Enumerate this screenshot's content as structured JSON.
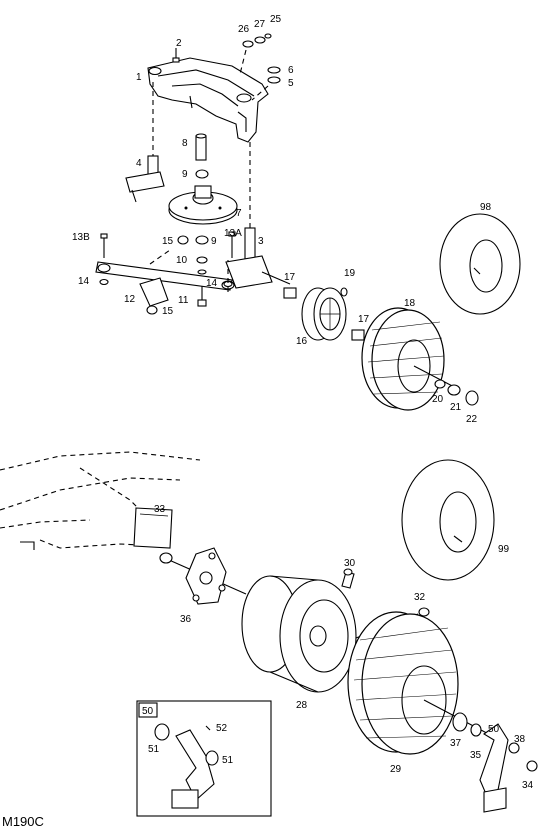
{
  "diagram": {
    "reference_code": "M190C",
    "inset_label": "50",
    "callouts": [
      {
        "id": "c1",
        "text": "1"
      },
      {
        "id": "c2",
        "text": "2"
      },
      {
        "id": "c3",
        "text": "3"
      },
      {
        "id": "c4",
        "text": "4"
      },
      {
        "id": "c5",
        "text": "5"
      },
      {
        "id": "c6",
        "text": "6"
      },
      {
        "id": "c7",
        "text": "7"
      },
      {
        "id": "c8",
        "text": "8"
      },
      {
        "id": "c9a",
        "text": "9"
      },
      {
        "id": "c9b",
        "text": "9"
      },
      {
        "id": "c10",
        "text": "10"
      },
      {
        "id": "c11",
        "text": "11"
      },
      {
        "id": "c12",
        "text": "12"
      },
      {
        "id": "c13a",
        "text": "13A"
      },
      {
        "id": "c13b",
        "text": "13B"
      },
      {
        "id": "c14a",
        "text": "14"
      },
      {
        "id": "c14b",
        "text": "14"
      },
      {
        "id": "c15a",
        "text": "15"
      },
      {
        "id": "c15b",
        "text": "15"
      },
      {
        "id": "c16",
        "text": "16"
      },
      {
        "id": "c17a",
        "text": "17"
      },
      {
        "id": "c17b",
        "text": "17"
      },
      {
        "id": "c18",
        "text": "18"
      },
      {
        "id": "c19",
        "text": "19"
      },
      {
        "id": "c20",
        "text": "20"
      },
      {
        "id": "c21",
        "text": "21"
      },
      {
        "id": "c22",
        "text": "22"
      },
      {
        "id": "c25",
        "text": "25"
      },
      {
        "id": "c26",
        "text": "26"
      },
      {
        "id": "c27",
        "text": "27"
      },
      {
        "id": "c98",
        "text": "98"
      },
      {
        "id": "c33",
        "text": "33"
      },
      {
        "id": "c30",
        "text": "30"
      },
      {
        "id": "c32",
        "text": "32"
      },
      {
        "id": "c36",
        "text": "36"
      },
      {
        "id": "c99",
        "text": "99"
      },
      {
        "id": "c28",
        "text": "28"
      },
      {
        "id": "c29",
        "text": "29"
      },
      {
        "id": "c37",
        "text": "37"
      },
      {
        "id": "c35",
        "text": "35"
      },
      {
        "id": "c50",
        "text": "50"
      },
      {
        "id": "c38",
        "text": "38"
      },
      {
        "id": "c34",
        "text": "34"
      },
      {
        "id": "c51a",
        "text": "51"
      },
      {
        "id": "c51b",
        "text": "51"
      },
      {
        "id": "c52",
        "text": "52"
      }
    ]
  }
}
